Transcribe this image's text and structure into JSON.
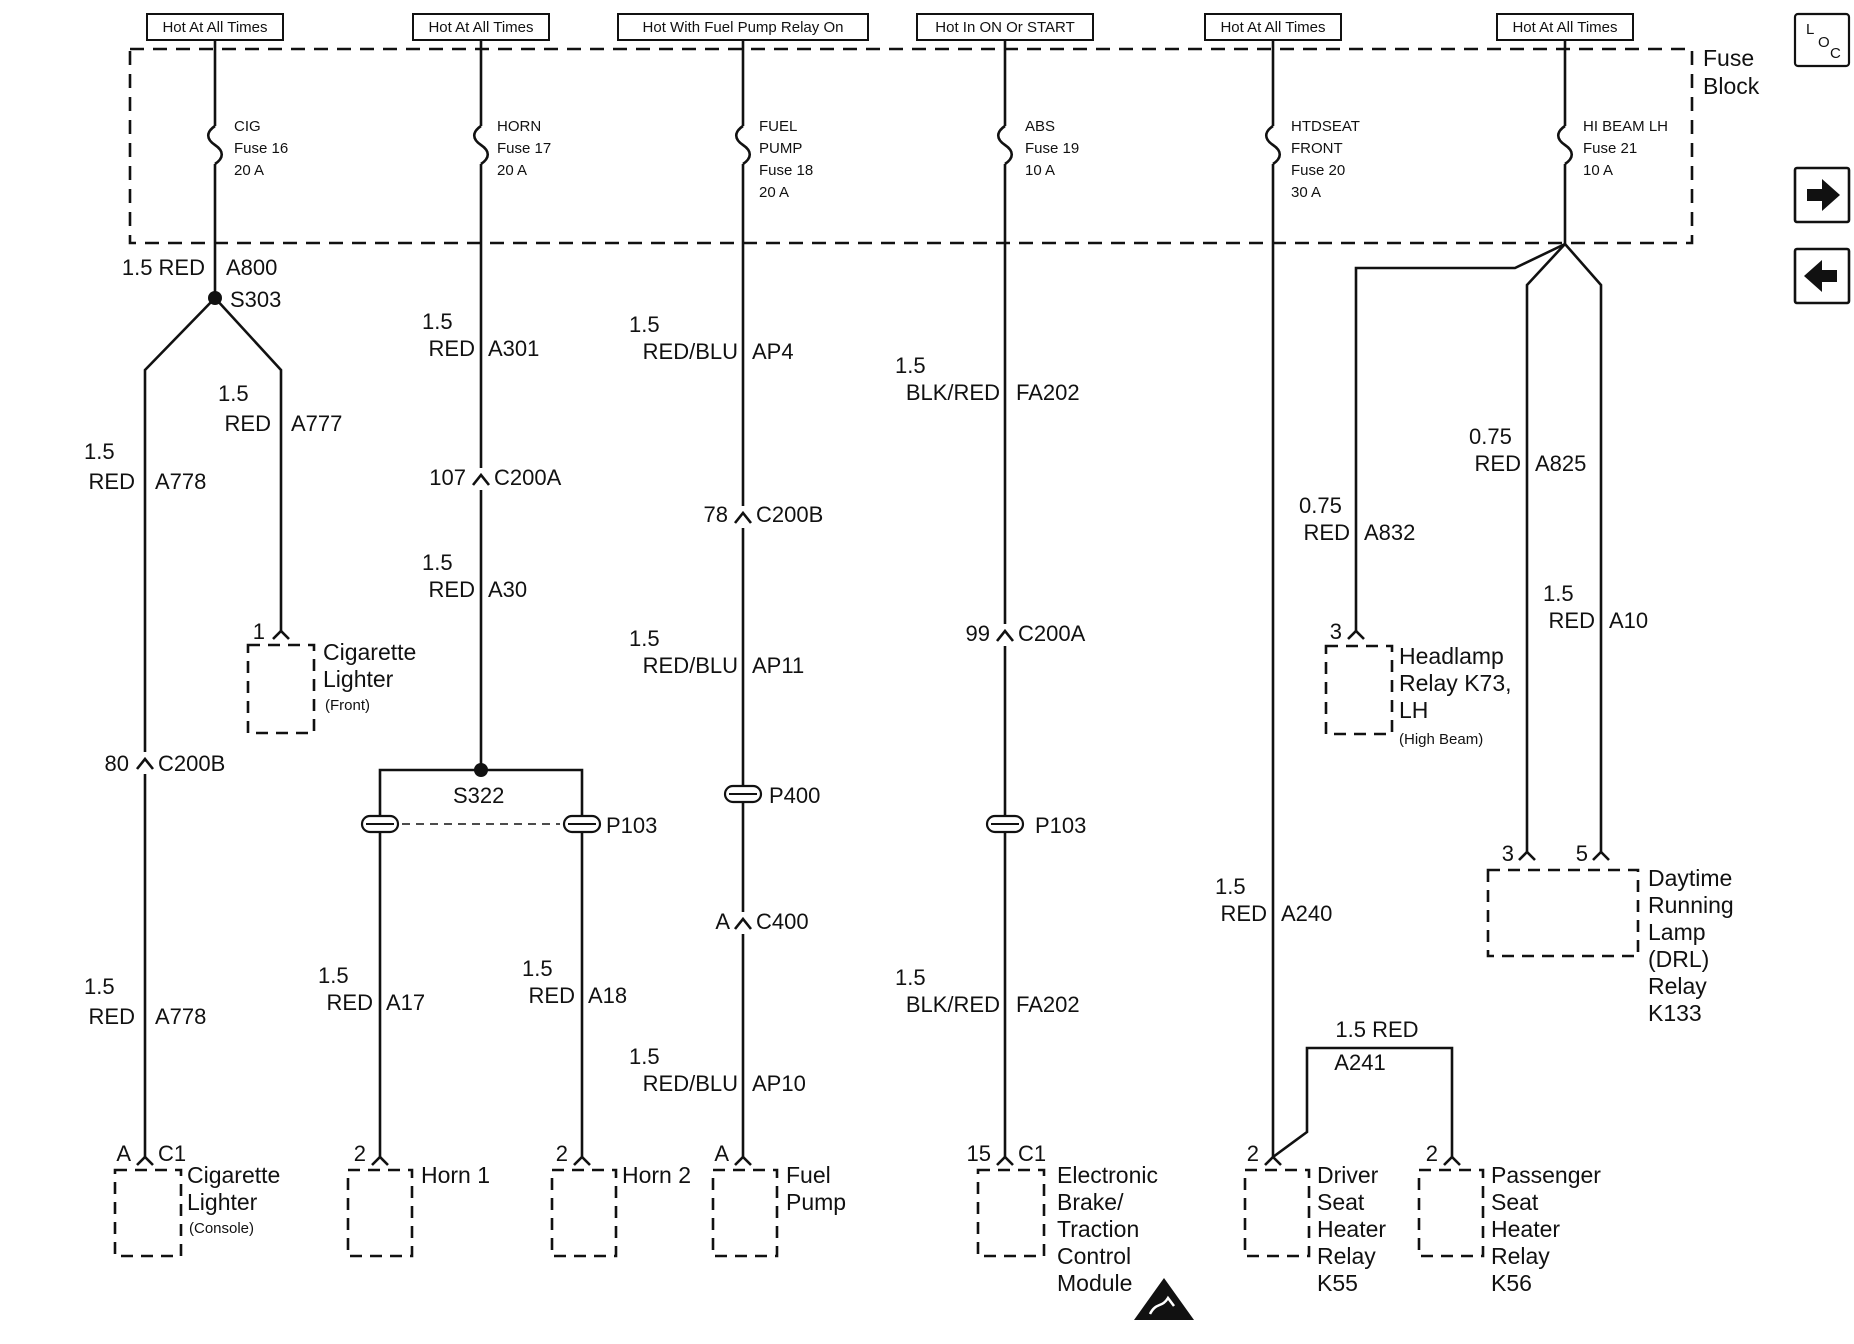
{
  "fuse_block": {
    "label_line1": "Fuse",
    "label_line2": "Block"
  },
  "circuits": [
    {
      "hot": "Hot At All Times",
      "fuse": [
        "CIG",
        "Fuse 16",
        "20 A"
      ]
    },
    {
      "hot": "Hot At All Times",
      "fuse": [
        "HORN",
        "Fuse 17",
        "20 A"
      ]
    },
    {
      "hot": "Hot With Fuel Pump Relay On",
      "fuse": [
        "FUEL",
        "PUMP",
        "Fuse 18",
        "20 A"
      ]
    },
    {
      "hot": "Hot In ON Or START",
      "fuse": [
        "ABS",
        "Fuse 19",
        "10 A"
      ]
    },
    {
      "hot": "Hot At All Times",
      "fuse": [
        "HTDSEAT",
        "FRONT",
        "Fuse 20",
        "30 A"
      ]
    },
    {
      "hot": "Hot At All Times",
      "fuse": [
        "HI BEAM LH",
        "Fuse 21",
        "10 A"
      ]
    }
  ],
  "wires": {
    "a800": {
      "spec": "1.5 RED",
      "id": "A800"
    },
    "a777": {
      "size": "1.5",
      "color": "RED",
      "id": "A777"
    },
    "a778_top": {
      "size": "1.5",
      "color": "RED",
      "id": "A778"
    },
    "a778_bot": {
      "size": "1.5",
      "color": "RED",
      "id": "A778"
    },
    "a301": {
      "size": "1.5",
      "color": "RED",
      "id": "A301"
    },
    "a30": {
      "size": "1.5",
      "color": "RED",
      "id": "A30"
    },
    "a17": {
      "size": "1.5",
      "color": "RED",
      "id": "A17"
    },
    "a18": {
      "size": "1.5",
      "color": "RED",
      "id": "A18"
    },
    "ap4": {
      "size": "1.5",
      "color": "RED/BLU",
      "id": "AP4"
    },
    "ap11": {
      "size": "1.5",
      "color": "RED/BLU",
      "id": "AP11"
    },
    "ap10": {
      "size": "1.5",
      "color": "RED/BLU",
      "id": "AP10"
    },
    "fa202_top": {
      "size": "1.5",
      "color": "BLK/RED",
      "id": "FA202"
    },
    "fa202_bot": {
      "size": "1.5",
      "color": "BLK/RED",
      "id": "FA202"
    },
    "a240": {
      "size": "1.5",
      "color": "RED",
      "id": "A240"
    },
    "a241": {
      "spec": "1.5 RED",
      "id": "A241"
    },
    "a832": {
      "size": "0.75",
      "color": "RED",
      "id": "A832"
    },
    "a825": {
      "size": "0.75",
      "color": "RED",
      "id": "A825"
    },
    "a10": {
      "size": "1.5",
      "color": "RED",
      "id": "A10"
    }
  },
  "splices": {
    "s303": "S303",
    "s322": "S322"
  },
  "connectors": {
    "c200b_lighter": {
      "pin": "80",
      "name": "C200B"
    },
    "c200a_horn": {
      "pin": "107",
      "name": "C200A"
    },
    "c200b_fuel": {
      "pin": "78",
      "name": "C200B"
    },
    "c200a_abs": {
      "pin": "99",
      "name": "C200A"
    },
    "c400": {
      "pin": "A",
      "name": "C400"
    },
    "p103_horn": "P103",
    "p400": "P400",
    "p103_abs": "P103"
  },
  "components": {
    "lighter_front": {
      "pin": "1",
      "lines": [
        "Cigarette",
        "Lighter"
      ],
      "note": "(Front)"
    },
    "lighter_console": {
      "pin": "A",
      "conn": "C1",
      "lines": [
        "Cigarette",
        "Lighter"
      ],
      "note": "(Console)"
    },
    "horn1": {
      "pin": "2",
      "lines": [
        "Horn 1"
      ]
    },
    "horn2": {
      "pin": "2",
      "lines": [
        "Horn 2"
      ]
    },
    "fuel_pump": {
      "pin": "A",
      "lines": [
        "Fuel",
        "Pump"
      ]
    },
    "ebtcm": {
      "pin": "15",
      "conn": "C1",
      "lines": [
        "Electronic",
        "Brake/",
        "Traction",
        "Control",
        "Module"
      ]
    },
    "driver_seat": {
      "pin": "2",
      "lines": [
        "Driver",
        "Seat",
        "Heater",
        "Relay",
        "K55"
      ]
    },
    "passenger_seat": {
      "pin": "2",
      "lines": [
        "Passenger",
        "Seat",
        "Heater",
        "Relay",
        "K56"
      ]
    },
    "headlamp_relay": {
      "pin": "3",
      "lines": [
        "Headlamp",
        "Relay K73,",
        "LH"
      ],
      "note": "(High Beam)"
    },
    "drl_relay": {
      "pins": [
        "3",
        "5"
      ],
      "lines": [
        "Daytime",
        "Running",
        "Lamp",
        "(DRL)",
        "Relay",
        "K133"
      ]
    }
  },
  "nav": {
    "loc_letters": [
      "L",
      "O",
      "C"
    ]
  }
}
